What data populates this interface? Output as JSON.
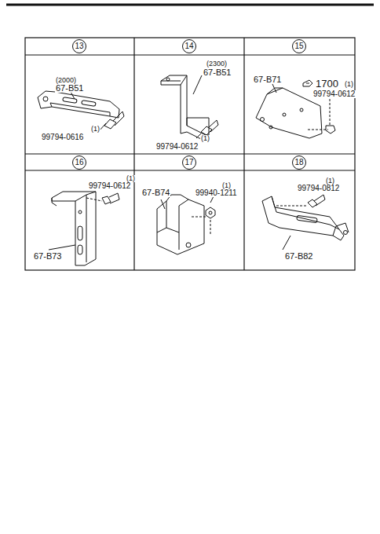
{
  "diagram": {
    "nodes": [
      {
        "text": [
          "13"
        ]
      },
      {
        "text": [
          "14"
        ]
      },
      {
        "text": [
          "15"
        ]
      },
      {
        "text": [
          "16"
        ]
      },
      {
        "text": [
          "17"
        ]
      },
      {
        "text": [
          "18"
        ]
      }
    ],
    "edges": [],
    "labels": [
      "(2000)",
      "67-B51",
      "(1)",
      "99794-0616",
      "(2300)",
      "67-B51",
      "(1)",
      "99794-0612",
      "67-B71",
      "1700",
      "(1)",
      "99794-0612",
      "(1)",
      "99794-0612",
      "67-B73",
      "67-B74",
      "(1)",
      "99940-1211",
      "(1)",
      "99794-0812",
      "67-B82"
    ]
  }
}
